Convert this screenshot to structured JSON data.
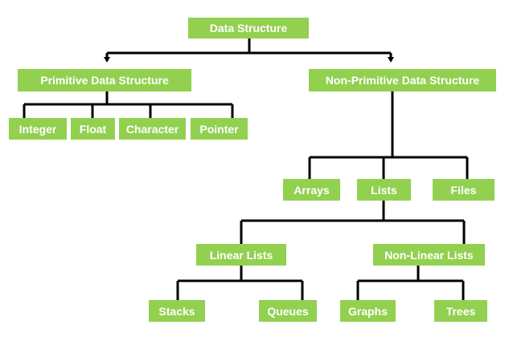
{
  "diagram": {
    "nodes": {
      "root": "Data Structure",
      "primitive": "Primitive Data Structure",
      "non_primitive": "Non-Primitive Data Structure",
      "integer": "Integer",
      "float": "Float",
      "character": "Character",
      "pointer": "Pointer",
      "arrays": "Arrays",
      "lists": "Lists",
      "files": "Files",
      "linear_lists": "Linear Lists",
      "non_linear_lists": "Non-Linear Lists",
      "stacks": "Stacks",
      "queues": "Queues",
      "graphs": "Graphs",
      "trees": "Trees"
    },
    "colors": {
      "node_fill": "#92d050",
      "node_text": "#ffffff",
      "connector": "#000000"
    }
  }
}
